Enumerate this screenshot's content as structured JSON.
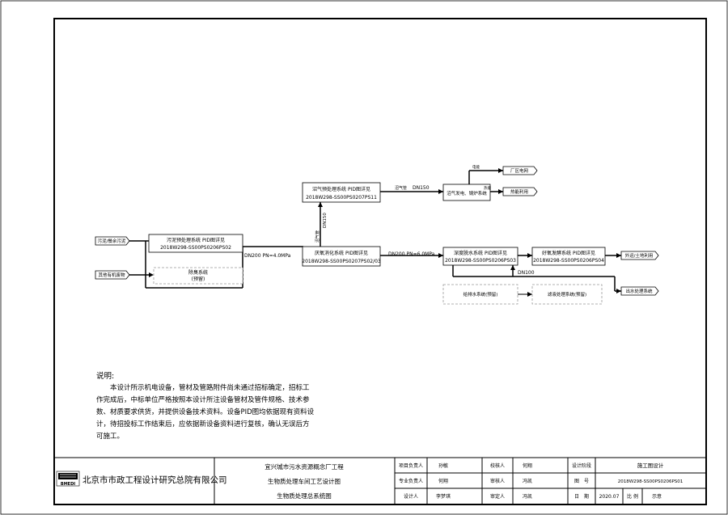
{
  "diagram": {
    "boxes": {
      "biogas_pre": {
        "title": "沼气预处理系统 PID图详见",
        "code": "2018W298-SS00PS0207PS11"
      },
      "sludge_recv": {
        "title": "污泥预处理系统 PID图详见",
        "code": "2018W298-SS00PS0206PS02"
      },
      "digest": {
        "title": "厌氧消化系统 PID图详见",
        "code": "2018W298-SS00PS0207PS02/03"
      },
      "dewater": {
        "title": "深度脱水系统 PID图详见",
        "code": "2018W298-SS00PS0206PS03"
      },
      "drying": {
        "title": "好氧发酵系统 PID图详见",
        "code": "2018W298-SS00PS0206PS04"
      },
      "deodor": {
        "title": "除臭系统",
        "sub": "(预留)"
      },
      "biogas_power": {
        "title": "沼气发电、锅炉系统"
      },
      "water_supply": {
        "title": "给排水系统(预留)"
      },
      "sludge_return": {
        "title": "滤液处理系统(预留)"
      }
    },
    "tags": {
      "in_sludge": "污泥/餐余污泥",
      "in_kitchen": "其他有机废物",
      "out_power": "厂区电网",
      "out_heat": "热能利用",
      "out_soil": "外运/土地利用",
      "out_water": "出水处理系统"
    },
    "pipes": {
      "dn200_1": "DN200 PN=4.0MPa",
      "dn200_2": "DN200 PN=6.0MPa",
      "dn150_v": "DN150",
      "dn150_h": "DN150",
      "biogas_v": "沼气管",
      "biogas_h": "沼气管",
      "power_line": "电能",
      "heat_line": "热能",
      "dn100": "DN100"
    }
  },
  "notes": {
    "title": "说明:",
    "lines": [
      "本设计所示机电设备，管材及管路附件尚未通过招标确定，招标工作完成后，中标单位严格按照本设计所注设备管材及管件规格、技术参数、材质要求供货，并提供设备技术资料。设备PID图均依据现有资料设计，待招投标工作结束后，应依据新设备资料进行复核，确认无误后方可施工。"
    ]
  },
  "title_block": {
    "logo": "BMEDI",
    "company": "北京市市政工程设计研究总院有限公司",
    "project": "宜兴城市污水资源概念厂工程",
    "subproject": "生物质处理车间工艺设计图",
    "drawing_title": "生物质处理总系统图",
    "rows": [
      {
        "l1": "项目负责人",
        "v1": "孙敏",
        "l2": "校核人",
        "v2": "何翔"
      },
      {
        "l1": "专业负责人",
        "v1": "何翔",
        "l2": "审核人",
        "v2": "冯凯"
      },
      {
        "l1": "设计人",
        "v1": "李梦琪",
        "l2": "审定人",
        "v2": "冯凯"
      }
    ],
    "stage_label": "设计阶段",
    "stage_value": "施工图设计",
    "no_label": "图　号",
    "no_value": "2018W298-SS00PS0206PS01",
    "date_label": "日　期",
    "date_value": "2020.07",
    "scale_label": "比 例",
    "scale_value": "示意"
  }
}
